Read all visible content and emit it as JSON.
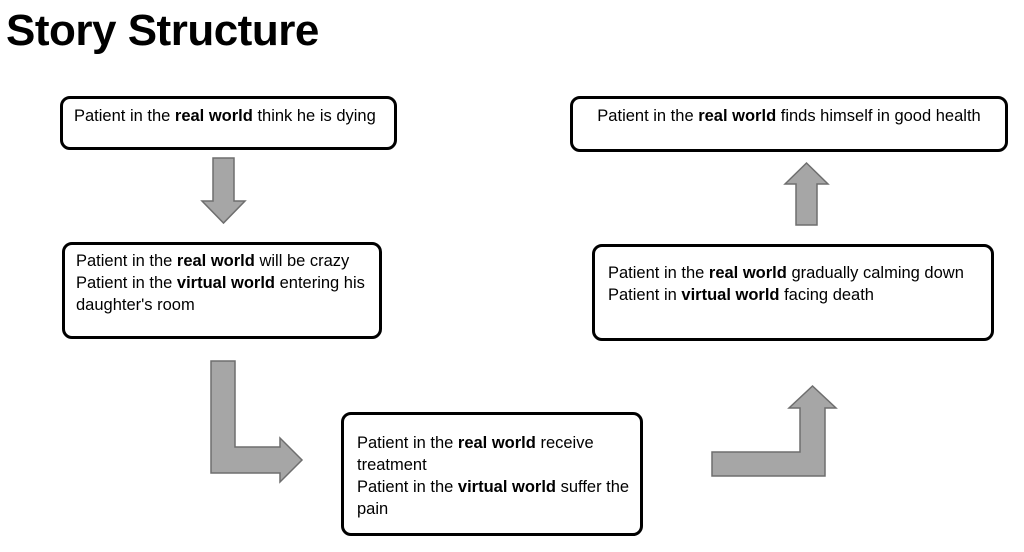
{
  "title": "Story Structure",
  "boxes": {
    "b1": {
      "l1_pre": "Patient in the ",
      "l1_bold": "real world",
      "l1_post": " think he is dying"
    },
    "b2": {
      "l1_pre": "Patient in the ",
      "l1_bold": "real world",
      "l1_post": " will be crazy",
      "l2_pre": "Patient in the ",
      "l2_bold": "virtual world",
      "l2_post": " entering his daughter's room"
    },
    "b3": {
      "l1_pre": "Patient in the ",
      "l1_bold": "real world",
      "l1_post": " receive treatment",
      "l2_pre": "Patient in the ",
      "l2_bold": "virtual world",
      "l2_post": " suffer the pain"
    },
    "b4": {
      "l1_pre": "Patient in the ",
      "l1_bold": "real world",
      "l1_post": " gradually calming down",
      "l2_pre": "Patient in ",
      "l2_bold": "virtual world",
      "l2_post": " facing death"
    },
    "b5": {
      "l1_pre": "Patient in the ",
      "l1_bold": "real world",
      "l1_post": " finds himself in good health"
    }
  }
}
